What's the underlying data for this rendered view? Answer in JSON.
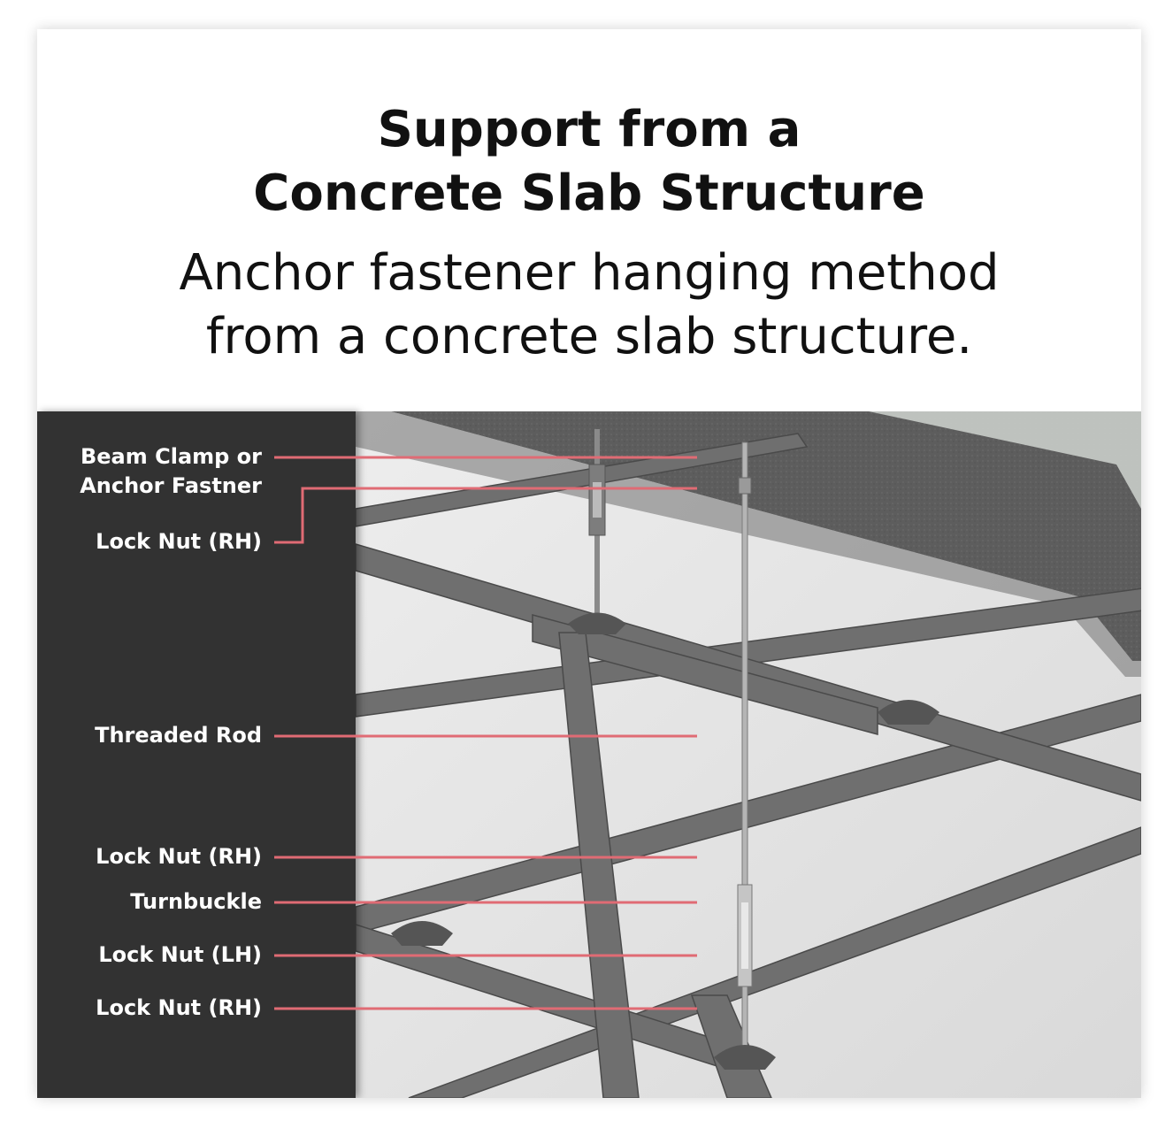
{
  "title": {
    "line1": "Support from a",
    "line2": "Concrete Slab Structure"
  },
  "subtitle": {
    "line1": "Anchor fastener hanging method",
    "line2": "from a concrete slab structure."
  },
  "labels": {
    "beam_clamp_line1": "Beam Clamp or",
    "beam_clamp_line2": "Anchor Fastner",
    "lock_nut_top": "Lock Nut (RH)",
    "threaded_rod": "Threaded Rod",
    "lock_nut_rh_1": "Lock Nut (RH)",
    "turnbuckle": "Turnbuckle",
    "lock_nut_lh": "Lock Nut (LH)",
    "lock_nut_rh_2": "Lock Nut (RH)"
  },
  "colors": {
    "leader": "#e06b74",
    "panel": "#323232",
    "frame": "#6f6f6f",
    "slab": "#5e5e5e"
  }
}
